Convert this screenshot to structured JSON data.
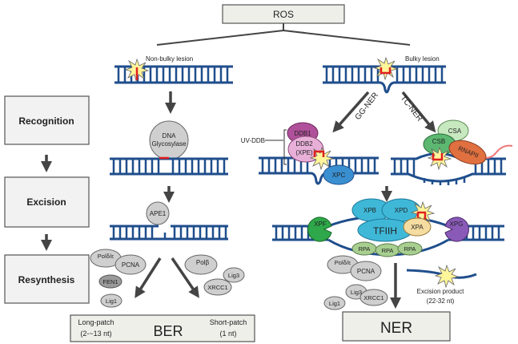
{
  "title": "ROS",
  "lesions": {
    "non_bulky": "Non-bulky lesion",
    "bulky": "Bulky lesion"
  },
  "stages": [
    "Recognition",
    "Excision",
    "Resynthesis"
  ],
  "ber": {
    "recognition_enzyme_line1": "DNA",
    "recognition_enzyme_line2": "Glycosylase",
    "excision_enzyme": "APE1",
    "long_patch_proteins": [
      "Polδ/ε",
      "PCNA",
      "FEN1",
      "Lig1"
    ],
    "short_patch_proteins": [
      "Polβ",
      "Lig3",
      "XRCC1"
    ],
    "long_patch_label": "Long-patch",
    "long_patch_size": "(2-~13 nt)",
    "short_patch_label": "Short-patch",
    "short_patch_size": "(1 nt)",
    "name": "BER"
  },
  "ner": {
    "gg_label": "GG-NER",
    "tc_label": "TC-NER",
    "uvddb_label": "UV-DDB",
    "gg_proteins": [
      "DDB1",
      "DDB2",
      "(XPE)",
      "XPC"
    ],
    "tc_proteins": [
      "CSA",
      "CSB",
      "RNAPII"
    ],
    "excision_proteins": [
      "XPB",
      "XPD",
      "TFIIH",
      "XPA",
      "XPF",
      "XPG",
      "RPA",
      "RPA",
      "RPA"
    ],
    "resynthesis_proteins": [
      "Polδ/ε",
      "PCNA",
      "Lig3",
      "XRCC1",
      "Lig1"
    ],
    "excision_product_line1": "Excision product",
    "excision_product_line2": "(22-32 nt)",
    "name": "NER"
  },
  "colors": {
    "dna": "#1f4e8c",
    "lesion": "#e02020",
    "box_fill": "#efefea",
    "xpc": "#3a8fd0",
    "tfiih": "#3fb8d8",
    "xpf": "#2ea84a",
    "xpg": "#8a5ab8",
    "xpa": "#f5dca0",
    "rpa": "#a8cf90",
    "ddb1": "#b0509a",
    "ddb2": "#e8b0d8",
    "csa": "#c8e8c0",
    "csb": "#5cb870",
    "rnapii": "#e07040",
    "rna": "#f07878"
  }
}
